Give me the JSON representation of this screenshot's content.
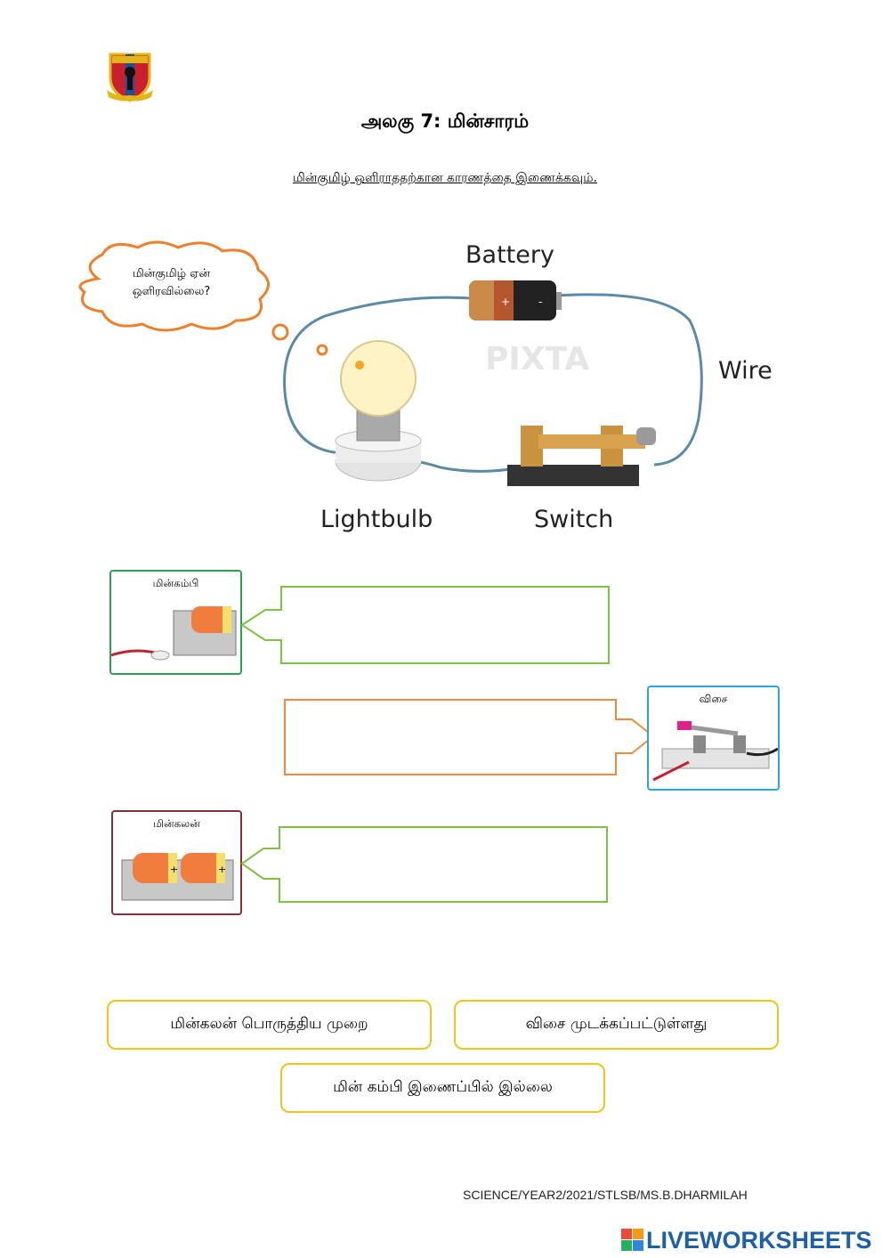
{
  "header": {
    "title": "அலகு  7: மின்சாரம்",
    "instruction": "மின்குமிழ் ஒளிராததற்கான காரணத்தை இணைக்கவும்."
  },
  "thought_bubble": {
    "line1": "மின்குமிழ் ஏன்",
    "line2": "ஒளிரவில்லை?"
  },
  "circuit": {
    "battery_label": "Battery",
    "wire_label": "Wire",
    "bulb_label": "Lightbulb",
    "switch_label": "Switch",
    "watermark": "PIXTA"
  },
  "matching": {
    "items": [
      {
        "image_label": "மின்கம்பி",
        "border_color": "#2e9e4f",
        "arrow_color": "#7dc242"
      },
      {
        "image_label": "விசை",
        "border_color": "#29a8e0",
        "arrow_color": "#f08a3c"
      },
      {
        "image_label": "மின்கலன்",
        "border_color": "#8b2d3a",
        "arrow_color": "#7dc242"
      }
    ]
  },
  "answer_options": [
    "மின்கலன் பொருத்திய முறை",
    "விசை முடக்கப்பட்டுள்ளது",
    "மின் கம்பி இணைப்பில் இல்லை"
  ],
  "footer": {
    "credit": "SCIENCE/YEAR2/2021/STLSB/MS.B.DHARMILAH",
    "brand": "LIVEWORKSHEETS"
  },
  "colors": {
    "thought_orange": "#ef7f2a",
    "chip_border": "#f0c419",
    "brand_blue": "#1d5fa8"
  }
}
